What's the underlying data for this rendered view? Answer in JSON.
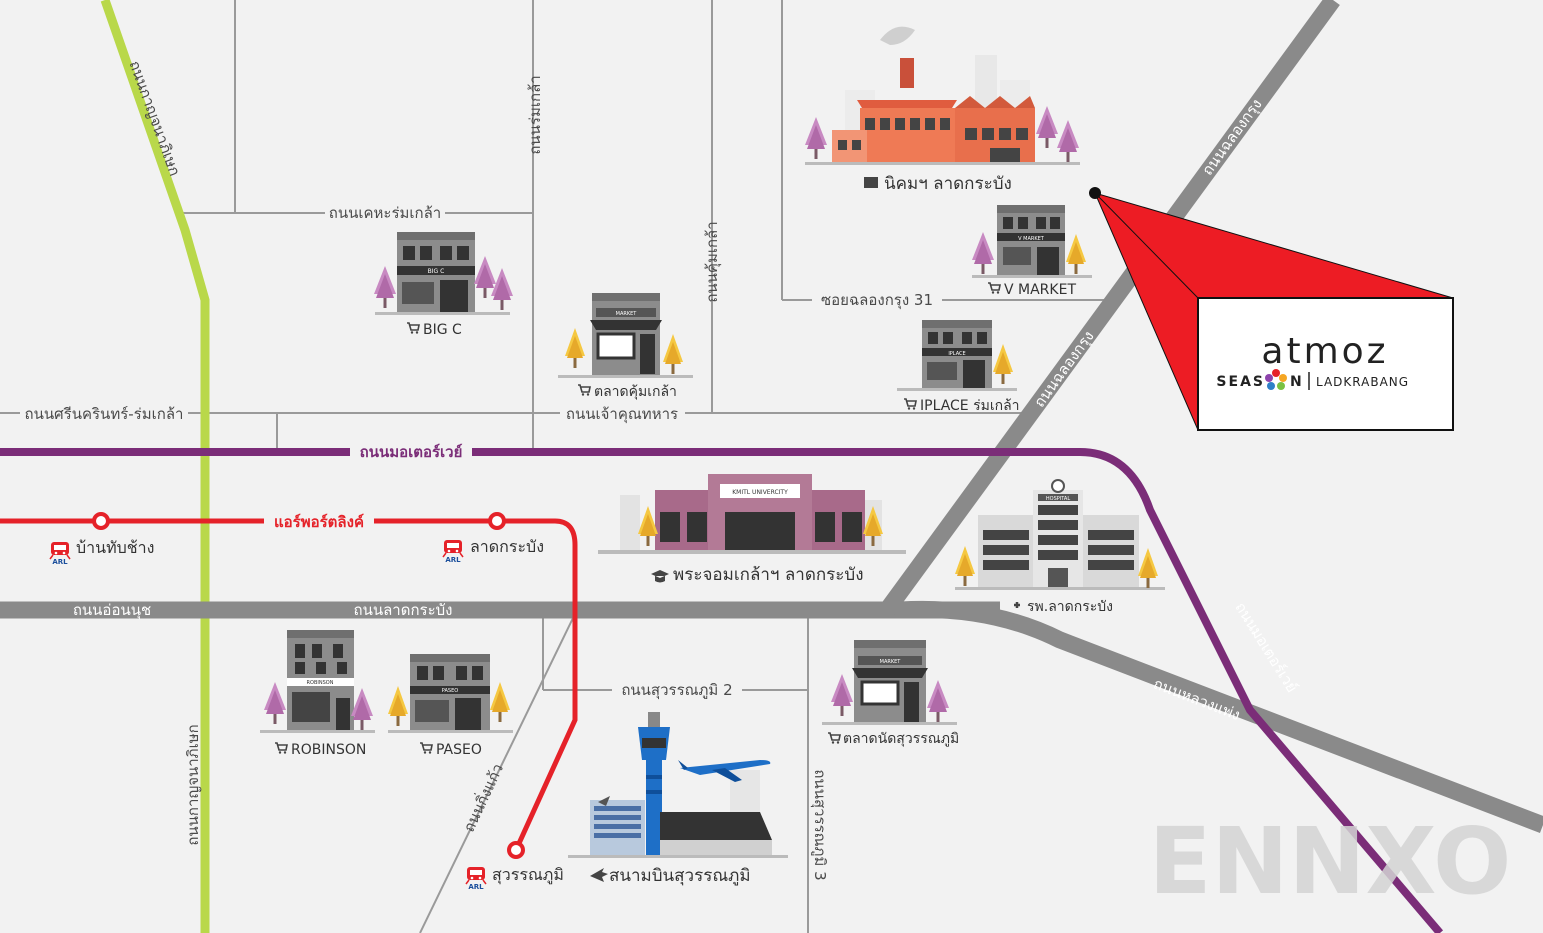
{
  "roads": {
    "kanchanaphisek": "ถนนกาญจนาภิเษก",
    "romklao": "ถนนร่มเกล้า",
    "kheha_romklao": "ถนนเคหะร่มเกล้า",
    "khum_klao": "ถนนคุ้มเกล้า",
    "soi_chalong_krung_31": "ซอยฉลองกรุง 31",
    "chalong_krung_top": "ถนนฉลองกรุง",
    "chalong_krung_mid": "ถนนฉลองกรุง",
    "srinakarin_romklao": "ถนนศรีนครินทร์-ร่มเกล้า",
    "chao_khun_thahan": "ถนนเจ้าคุณทหาร",
    "motorway": "ถนนมอเตอร์เวย์",
    "motorway_right": "ถนนมอเตอร์เวย์",
    "airport_link": "แอร์พอร์ตลิงค์",
    "on_nut": "ถนนอ่อนนุช",
    "lat_krabang": "ถนนลาดกระบัง",
    "suvarnabhumi_2": "ถนนสุวรรณภูมิ 2",
    "suvarnabhumi_3": "ถนนสุวรรณภูมิ 3",
    "luang_phaeng": "ถนนหลวงแพ่ง",
    "king_kaew": "ถนนกิ่งแก้ว",
    "kanchanaphisek_bottom": "ถนนกาญจนาภิเษก"
  },
  "stations": {
    "ban_thap_chang": "บ้านทับช้าง",
    "lat_krabang": "ลาดกระบัง",
    "suvarnabhumi": "สุวรรณภูมิ",
    "arl_badge": "ARL"
  },
  "places": {
    "industrial_estate": "นิคมฯ ลาดกระบัง",
    "v_market": "V MARKET",
    "big_c": "BIG C",
    "khum_klao_market": "ตลาดคุ้มเกล้า",
    "iplace": "IPLACE ร่มเกล้า",
    "kmitl": "พระจอมเกล้าฯ ลาดกระบัง",
    "hospital": "รพ.ลาดกระบัง",
    "robinson": "ROBINSON",
    "paseo": "PASEO",
    "market_suvarnabhumi": "ตลาดนัดสุวรรณภูมิ",
    "airport": "สนามบินสุวรรณภูมิ"
  },
  "signs": {
    "big_c": "BIG C",
    "market": "MARKET",
    "v_market": "V MARKET",
    "iplace": "IPLACE",
    "kmitl": "KMITL UNIVERCITY",
    "hospital": "HOSPITAL",
    "robinson": "ROBINSON",
    "paseo": "PASEO",
    "market2": "MARKET"
  },
  "project": {
    "logo_main": "atmoz",
    "logo_season_prefix": "SEAS",
    "logo_season_suffix": "N",
    "logo_location": "LADKRABANG"
  },
  "watermark": "ENNXO",
  "colors": {
    "background": "#f2f2f2",
    "road_gray": "#8a8a8a",
    "kanchanaphisek_green": "#b9d84a",
    "motorway_purple": "#7b2d78",
    "airport_link_red": "#e52229",
    "pointer_red": "#ed1c24"
  }
}
